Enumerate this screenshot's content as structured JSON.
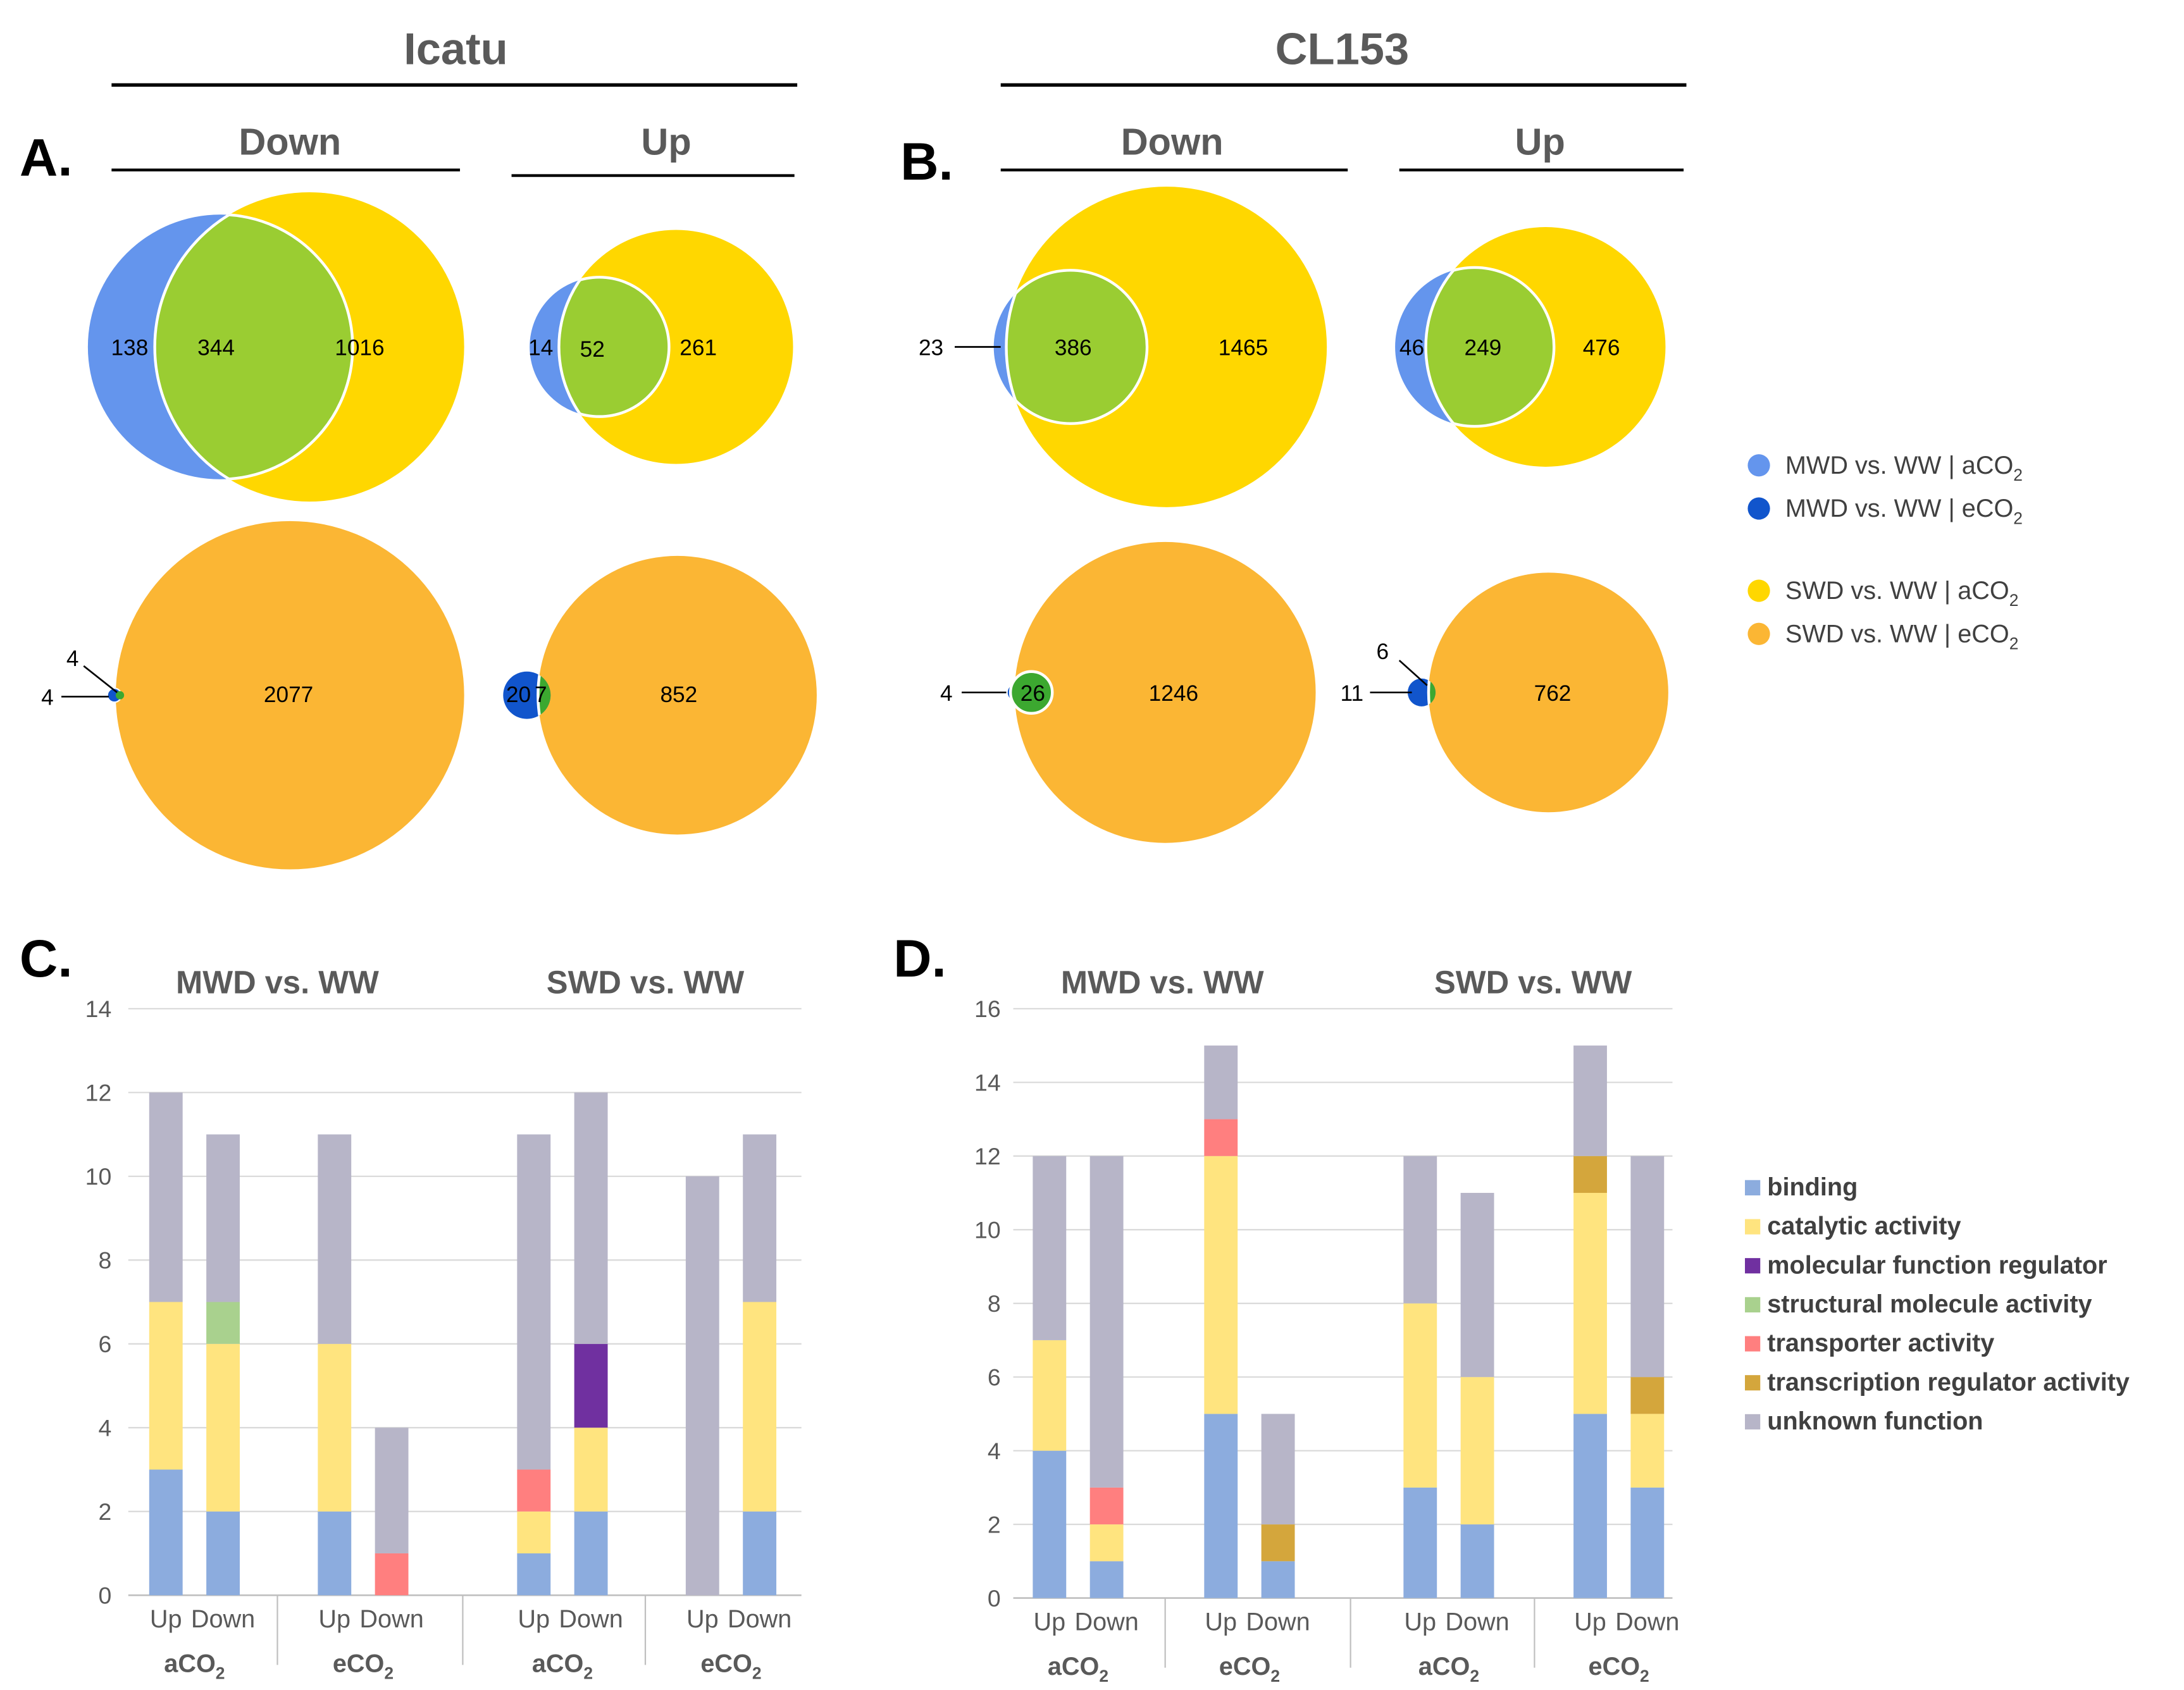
{
  "colors": {
    "mwd_a": "#6495ED",
    "mwd_e": "#1155CC",
    "swd_a": "#FFD700",
    "swd_e": "#FBB634",
    "overlap_a": "#9ACD32",
    "overlap_e": "#3CA830",
    "header": "#5A5A5A",
    "grid": "#D9D9D9",
    "axis_text": "#595959"
  },
  "headers": {
    "icatu": "Icatu",
    "cl153": "CL153",
    "down": "Down",
    "up": "Up",
    "panel_a": "A.",
    "panel_b": "B.",
    "panel_c": "C.",
    "panel_d": "D."
  },
  "venn": {
    "icatu": {
      "down_a": {
        "only_mwd": "138",
        "overlap": "344",
        "only_swd": "1016"
      },
      "up_a": {
        "only_mwd": "14",
        "overlap": "52",
        "only_swd": "261"
      },
      "down_e": {
        "only_mwd": "4",
        "overlap": "4",
        "only_swd": "2077"
      },
      "up_e": {
        "only_mwd": "20",
        "overlap": "7",
        "only_swd": "852"
      }
    },
    "cl153": {
      "down_a": {
        "only_mwd": "23",
        "overlap": "386",
        "only_swd": "1465"
      },
      "up_a": {
        "only_mwd": "46",
        "overlap": "249",
        "only_swd": "476"
      },
      "down_e": {
        "only_mwd": "4",
        "overlap": "26",
        "only_swd": "1246"
      },
      "up_e": {
        "only_mwd": "11",
        "overlap": "6",
        "only_swd": "762"
      }
    }
  },
  "venn_legend": [
    {
      "pre": "MWD vs. WW | aCO",
      "sub": "2",
      "color": "#6495ED"
    },
    {
      "pre": "MWD vs. WW | eCO",
      "sub": "2",
      "color": "#1155CC"
    },
    {
      "pre": "SWD vs. WW | aCO",
      "sub": "2",
      "color": "#FFD700"
    },
    {
      "pre": "SWD vs. WW | eCO",
      "sub": "2",
      "color": "#FBB634"
    }
  ],
  "chart_data": [
    {
      "type": "bar",
      "stacked": true,
      "title": "C.",
      "group_titles": [
        "MWD vs. WW",
        "SWD vs. WW"
      ],
      "categories": [
        "Up",
        "Down",
        "Up",
        "Down",
        "Up",
        "Down",
        "Up",
        "Down"
      ],
      "category_groups": [
        "aCO2",
        "eCO2",
        "aCO2",
        "eCO2"
      ],
      "ylim": [
        0,
        14
      ],
      "yticks": [
        0,
        2,
        4,
        6,
        8,
        10,
        12,
        14
      ],
      "grid": true,
      "series": [
        {
          "name": "binding",
          "values": [
            3,
            2,
            2,
            0,
            1,
            2,
            0,
            2
          ]
        },
        {
          "name": "catalytic activity",
          "values": [
            4,
            4,
            4,
            0,
            1,
            2,
            0,
            5
          ]
        },
        {
          "name": "molecular function regulator",
          "values": [
            0,
            0,
            0,
            0,
            0,
            2,
            0,
            0
          ]
        },
        {
          "name": "structural molecule activity",
          "values": [
            0,
            1,
            0,
            0,
            0,
            0,
            0,
            0
          ]
        },
        {
          "name": "transporter activity",
          "values": [
            0,
            0,
            0,
            1,
            1,
            0,
            0,
            0
          ]
        },
        {
          "name": "transcription regulator activity",
          "values": [
            0,
            0,
            0,
            0,
            0,
            0,
            0,
            0
          ]
        },
        {
          "name": "unknown function",
          "values": [
            5,
            4,
            5,
            3,
            8,
            6,
            10,
            4
          ]
        }
      ]
    },
    {
      "type": "bar",
      "stacked": true,
      "title": "D.",
      "group_titles": [
        "MWD vs. WW",
        "SWD vs. WW"
      ],
      "categories": [
        "Up",
        "Down",
        "Up",
        "Down",
        "Up",
        "Down",
        "Up",
        "Down"
      ],
      "category_groups": [
        "aCO2",
        "eCO2",
        "aCO2",
        "eCO2"
      ],
      "ylim": [
        0,
        16
      ],
      "yticks": [
        0,
        2,
        4,
        6,
        8,
        10,
        12,
        14,
        16
      ],
      "grid": true,
      "legend_position": "right",
      "series": [
        {
          "name": "binding",
          "values": [
            4,
            1,
            5,
            1,
            3,
            2,
            5,
            3
          ]
        },
        {
          "name": "catalytic activity",
          "values": [
            3,
            1,
            7,
            0,
            5,
            4,
            6,
            2
          ]
        },
        {
          "name": "molecular function regulator",
          "values": [
            0,
            0,
            0,
            0,
            0,
            0,
            0,
            0
          ]
        },
        {
          "name": "structural molecule activity",
          "values": [
            0,
            0,
            0,
            0,
            0,
            0,
            0,
            0
          ]
        },
        {
          "name": "transporter activity",
          "values": [
            0,
            1,
            1,
            0,
            0,
            0,
            0,
            0
          ]
        },
        {
          "name": "transcription regulator activity",
          "values": [
            0,
            0,
            0,
            1,
            0,
            0,
            1,
            1
          ]
        },
        {
          "name": "unknown function",
          "values": [
            5,
            9,
            2,
            3,
            4,
            5,
            3,
            6
          ]
        }
      ]
    }
  ],
  "bar_legend": [
    {
      "name": "binding",
      "color": "#8CACDE"
    },
    {
      "name": "catalytic activity",
      "color": "#FFE47F"
    },
    {
      "name": "molecular function regulator",
      "color": "#7030A0"
    },
    {
      "name": "structural molecule activity",
      "color": "#A9D18E"
    },
    {
      "name": "transporter activity",
      "color": "#FF7F7F"
    },
    {
      "name": "transcription regulator activity",
      "color": "#D4A63C"
    },
    {
      "name": "unknown function",
      "color": "#B7B5C8"
    }
  ]
}
